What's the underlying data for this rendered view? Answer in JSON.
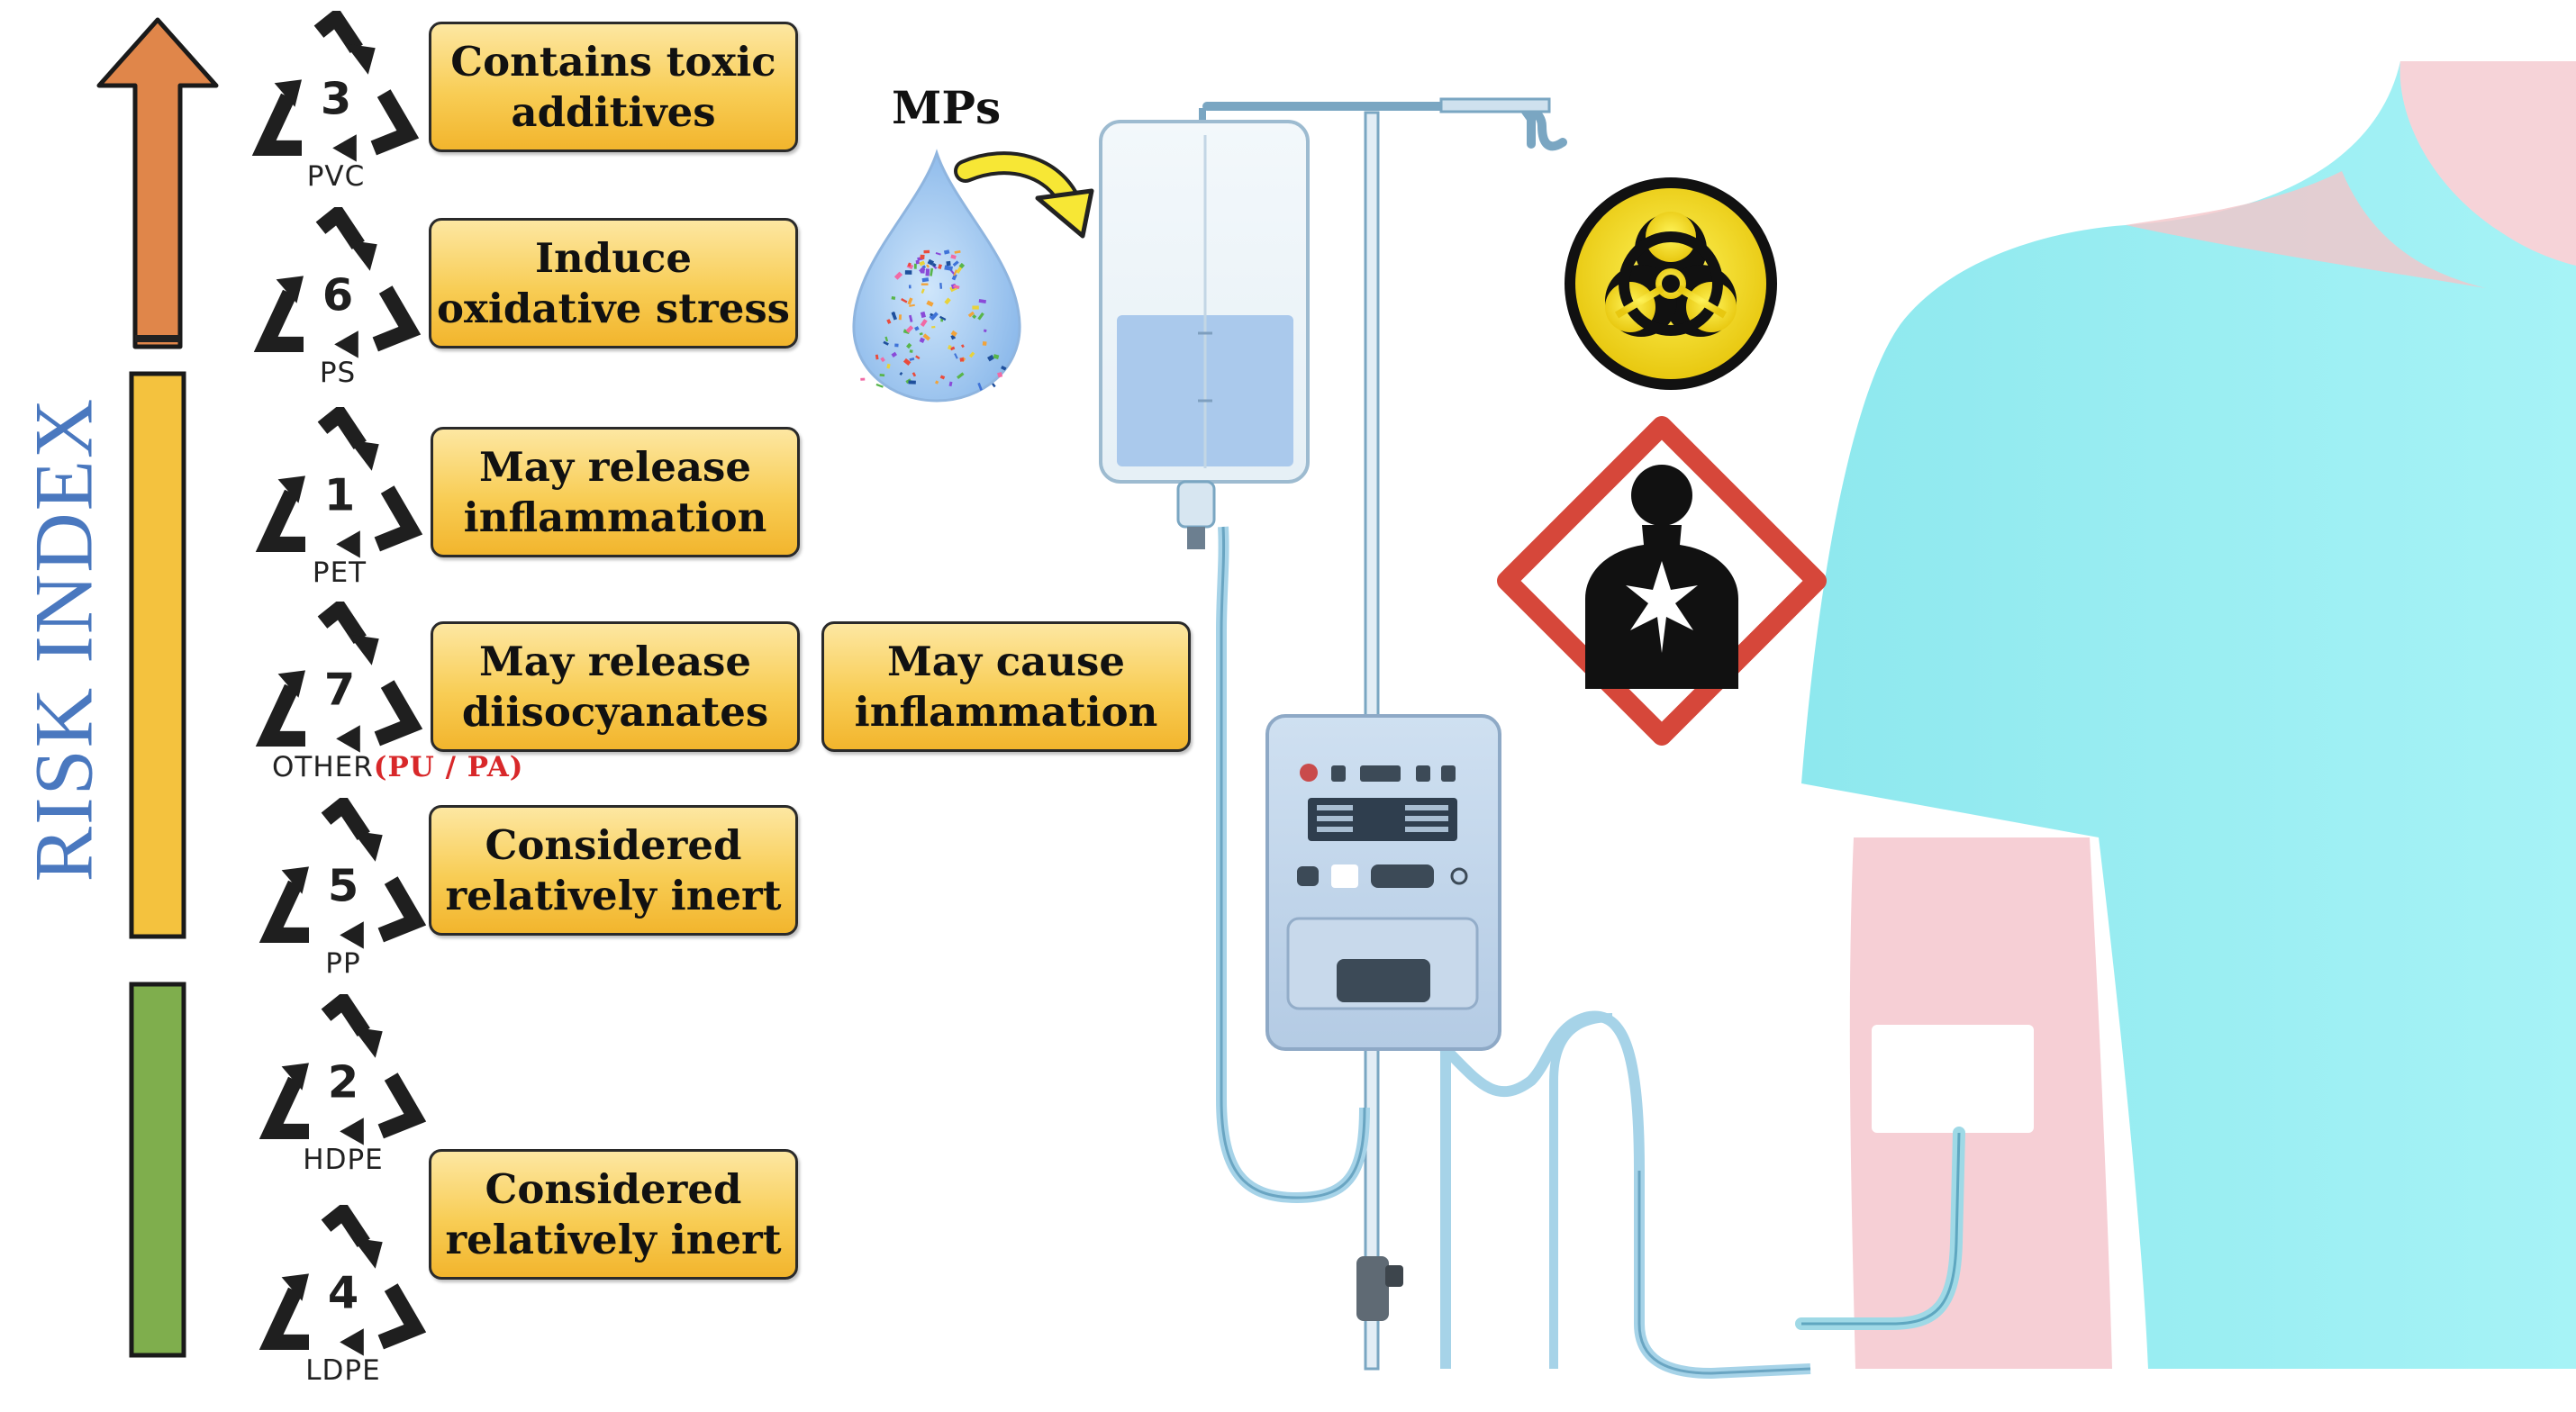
{
  "axis": {
    "title": "RISK INDEX"
  },
  "plastics": [
    {
      "code": "3",
      "name": "PVC",
      "effect": "Contains toxic\nadditives"
    },
    {
      "code": "6",
      "name": "PS",
      "effect": "Induce\noxidative stress"
    },
    {
      "code": "1",
      "name": "PET",
      "effect": "May release\ninflammation"
    },
    {
      "code": "7",
      "name": "OTHER",
      "subname": "(PU / PA)",
      "effect": "May release\ndiisocyanates",
      "effect_extra": "May cause\ninflammation"
    },
    {
      "code": "5",
      "name": "PP",
      "effect": "Considered\nrelatively inert"
    },
    {
      "code": "2",
      "name": "HDPE"
    },
    {
      "code": "4",
      "name": "LDPE"
    }
  ],
  "shared_effect": "Considered\nrelatively inert",
  "droplet_label": "MPs",
  "risk_bar_colors": {
    "high": "#e0864a",
    "medium": "#f4c23e",
    "low": "#7fae4d"
  },
  "icons": [
    "biohazard-icon",
    "health-hazard-icon",
    "iv-drip-icon",
    "infusion-pump-icon",
    "patient-arm-icon",
    "microplastic-droplet-icon"
  ]
}
